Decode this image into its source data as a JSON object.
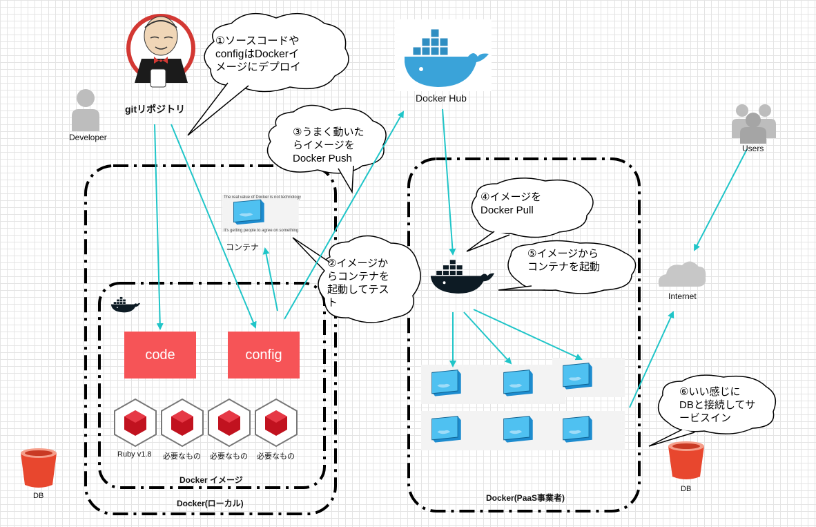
{
  "labels": {
    "git_repo": "gitリポジトリ",
    "developer": "Developer",
    "docker_hub": "Docker Hub",
    "users": "Users",
    "internet": "Internet",
    "container": "コンテナ",
    "db_left": "DB",
    "db_right": "DB",
    "docker_image": "Docker イメージ",
    "docker_local": "Docker(ローカル)",
    "docker_paas": "Docker(PaaS事業者)"
  },
  "boxes": {
    "code": "code",
    "config": "config"
  },
  "packages": [
    "Ruby v1.8",
    "必要なもの",
    "必要なもの",
    "必要なもの"
  ],
  "bubbles": {
    "b1": "①ソースコードや\nconfigはDockerイ\nメージにデプロイ",
    "b2": "②イメージか\nらコンテナを\n起動してテス\nト",
    "b3": "③うまく動いた\nらイメージを\nDocker Push",
    "b4": "④イメージを\nDocker Pull",
    "b5": "⑤イメージから\nコンテナを起動",
    "b6": "⑥いい感じに\nDBと接続してサ\nービスイン"
  },
  "container_caption_top": "The real value of Docker is not technology",
  "container_caption_bottom": "It's getting people to agree on something",
  "colors": {
    "arrow": "#1fc5c8",
    "red_box": "#f65457",
    "bucket": "#e8472e",
    "person": "#bdbdbd",
    "container": "#2fa6e0"
  }
}
